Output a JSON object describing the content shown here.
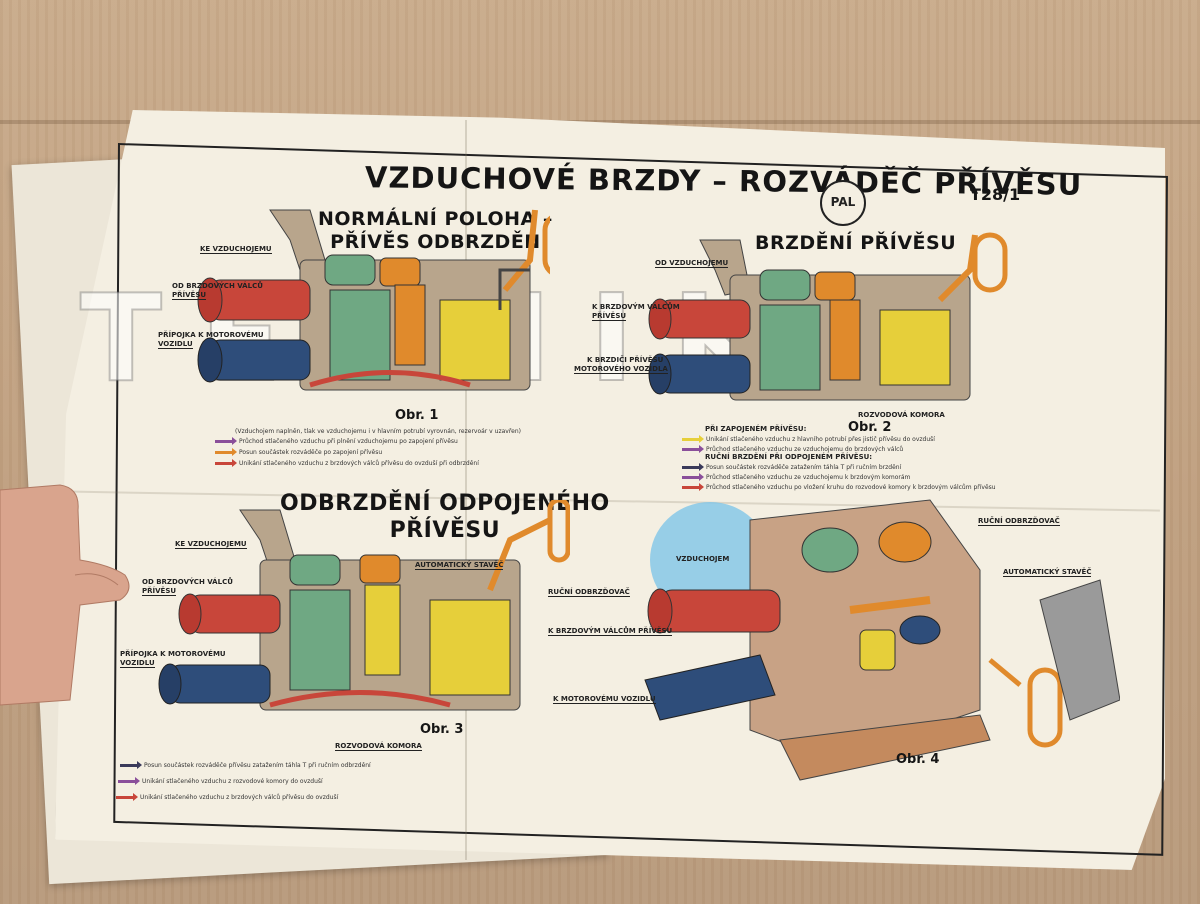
{
  "poster": {
    "title": "VZDUCHOVÉ BRZDY – ROZVÁDĚČ PŘÍVĚSU",
    "sheet_code": "T28/1",
    "logo_text": "PAL",
    "watermark": "TEKNIKA"
  },
  "fig1": {
    "heading_line1": "NORMÁLNÍ POLOHA –",
    "heading_line2": "PŘÍVĚS ODBRZDĚN",
    "label": "Obr. 1",
    "callouts": {
      "ke_vzduchojemu": "KE VZDUCHOJEMU",
      "od_brzdovych_valcu_1": "OD BRZDOVÝCH VÁLCŮ",
      "od_brzdovych_valcu_2": "PŘÍVĚSU",
      "pripojka_1": "PŘÍPOJKA K MOTOROVÉMU",
      "pripojka_2": "VOZIDLU"
    },
    "legend": [
      "(Vzduchojem naplněn, tlak ve vzduchojemu i v hlavním potrubí vyrovnán, rezervoár v uzavřen)",
      "Průchod stlačeného vzduchu při plnění vzduchojemu po zapojení přívěsu",
      "Posun součástek rozváděče po zapojení přívěsu",
      "Unikání stlačeného vzduchu z brzdových válců přívěsu do ovzduší při odbrzdění"
    ]
  },
  "fig2": {
    "heading": "BRZDĚNÍ PŘÍVĚSU",
    "label": "Obr. 2",
    "callouts": {
      "od_vzduchojemu": "OD VZDUCHOJEMU",
      "k_brzdovym_1": "K BRZDOVÝM VÁLCŮM",
      "k_brzdovym_2": "PŘÍVĚSU",
      "k_brzdici_1": "K BRZDIČI PŘÍVĚSU",
      "k_brzdici_2": "MOTOROVÉHO VOZIDLA",
      "rozvodova_komora": "ROZVODOVÁ KOMORA"
    },
    "legend_heads": [
      "PŘI ZAPOJENÉM PŘÍVĚSU:",
      "RUČNÍ BRZDĚNÍ PŘI ODPOJENÉM PŘÍVĚSU:"
    ],
    "legend": [
      "Unikání stlačeného vzduchu z hlavního potrubí přes jistič přívěsu do ovzduší",
      "Průchod stlačeného vzduchu ze vzduchojemu do brzdových válců",
      "Posun součástek rozváděče zatažením táhla T při ručním brzdění",
      "Průchod stlačeného vzduchu ze vzduchojemu k brzdovým komorám",
      "Průchod stlačeného vzduchu po vložení kruhu do rozvodové komory k brzdovým válcům přívěsu"
    ]
  },
  "fig3": {
    "heading_line1": "ODBRZDĚNÍ ODPOJENÉHO",
    "heading_line2": "PŘÍVĚSU",
    "label": "Obr. 3",
    "callouts": {
      "ke_vzduchojemu": "KE VZDUCHOJEMU",
      "od_brzdovych_valcu_1": "OD BRZDOVÝCH VÁLCŮ",
      "od_brzdovych_valcu_2": "PŘÍVĚSU",
      "pripojka_1": "PŘÍPOJKA K MOTOROVÉMU",
      "pripojka_2": "VOZIDLU",
      "automaticky_stavec": "AUTOMATICKÝ STAVĚČ",
      "rucni_odbrzdovac": "RUČNÍ ODBRZĎOVAČ",
      "rozvodova_komora": "ROZVODOVÁ KOMORA"
    },
    "legend": [
      "Posun součástek rozváděče přívěsu zatažením táhla T při ručním odbrzdění",
      "Unikání stlačeného vzduchu z rozvodové komory do ovzduší",
      "Unikání stlačeného vzduchu z brzdových válců přívěsu do ovzduší"
    ]
  },
  "fig4": {
    "label": "Obr. 4",
    "callouts": {
      "vzduchojem": "VZDUCHOJEM",
      "rucni_odbrzdovac": "RUČNÍ ODBRZĎOVAČ",
      "automaticky_stavec": "AUTOMATICKÝ STAVĚČ",
      "k_brzdovym": "K BRZDOVÝM VÁLCŮM PŘÍVĚSU",
      "k_motorovemu": "K MOTOROVÉMU VOZIDLU"
    }
  },
  "colors": {
    "red_pipe": "#c8463a",
    "blue_pipe": "#2e4d7a",
    "housing": "#b8a58c",
    "orange": "#e08a2c",
    "green": "#6fa883",
    "yellow": "#e6cf3a",
    "arrow_purple": "#8a4f9a",
    "arrow_orange": "#e08a2c",
    "arrow_dark": "#3a3a5a",
    "arrow_red": "#c8463a"
  }
}
